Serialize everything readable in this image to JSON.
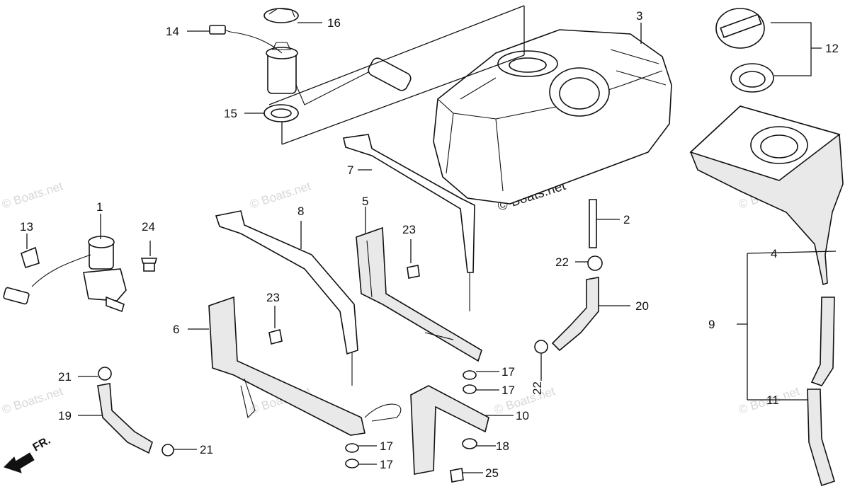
{
  "callouts": {
    "c1": "1",
    "c2": "2",
    "c3": "3",
    "c4": "4",
    "c5": "5",
    "c6": "6",
    "c7": "7",
    "c8": "8",
    "c9": "9",
    "c10": "10",
    "c11": "11",
    "c12": "12",
    "c13": "13",
    "c14": "14",
    "c15": "15",
    "c16": "16",
    "c17a": "17",
    "c17b": "17",
    "c17c": "17",
    "c17d": "17",
    "c18": "18",
    "c19": "19",
    "c20": "20",
    "c21a": "21",
    "c21b": "21",
    "c22a": "22",
    "c22b": "22",
    "c23a": "23",
    "c23b": "23",
    "c24": "24",
    "c25": "25"
  },
  "direction_label": "FR.",
  "watermark": "© Boats.net",
  "brand_watermark": "© Boats.net",
  "colors": {
    "line": "#111111",
    "watermark": "#d7d7d7",
    "background": "#ffffff"
  }
}
